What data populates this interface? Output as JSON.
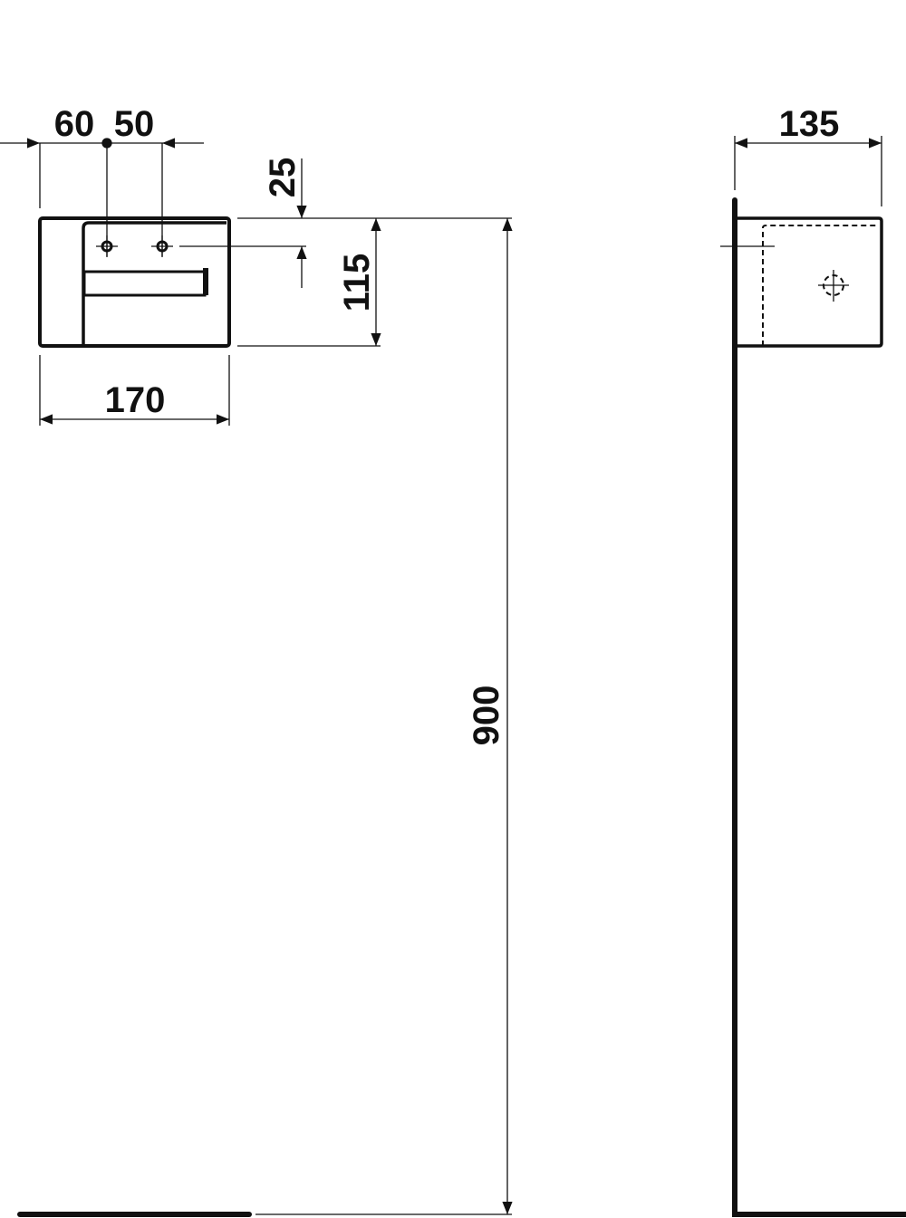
{
  "drawing": {
    "front_view": {
      "dim_hole_offset": "60",
      "dim_hole_spacing": "50",
      "dim_hole_height": "25",
      "dim_height": "115",
      "dim_width": "170",
      "dim_mount_height": "900"
    },
    "side_view": {
      "dim_depth": "135"
    },
    "line_color": "#111111"
  }
}
